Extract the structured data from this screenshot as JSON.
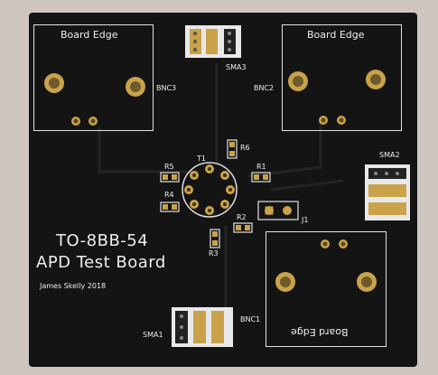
{
  "board": {
    "title_line1": "TO-8BB-54",
    "title_line2": "APD Test Board",
    "author": "James Skelly 2018"
  },
  "labels": {
    "board_edge_tl": "Board Edge",
    "board_edge_tr": "Board Edge",
    "board_edge_br": "Board Edge",
    "bnc3": "BNC3",
    "bnc2": "BNC2",
    "bnc1": "BNC1",
    "sma3": "SMA3",
    "sma2": "SMA2",
    "sma1": "SMA1",
    "r1": "R1",
    "r2": "R2",
    "r3": "R3",
    "r4": "R4",
    "r5": "R5",
    "r6": "R6",
    "t1": "T1",
    "j1": "J1"
  },
  "colors": {
    "background": "#cfc6bf",
    "pcb": "#141414",
    "silkscreen": "#eeeeee",
    "gold": "#c9a24a"
  }
}
